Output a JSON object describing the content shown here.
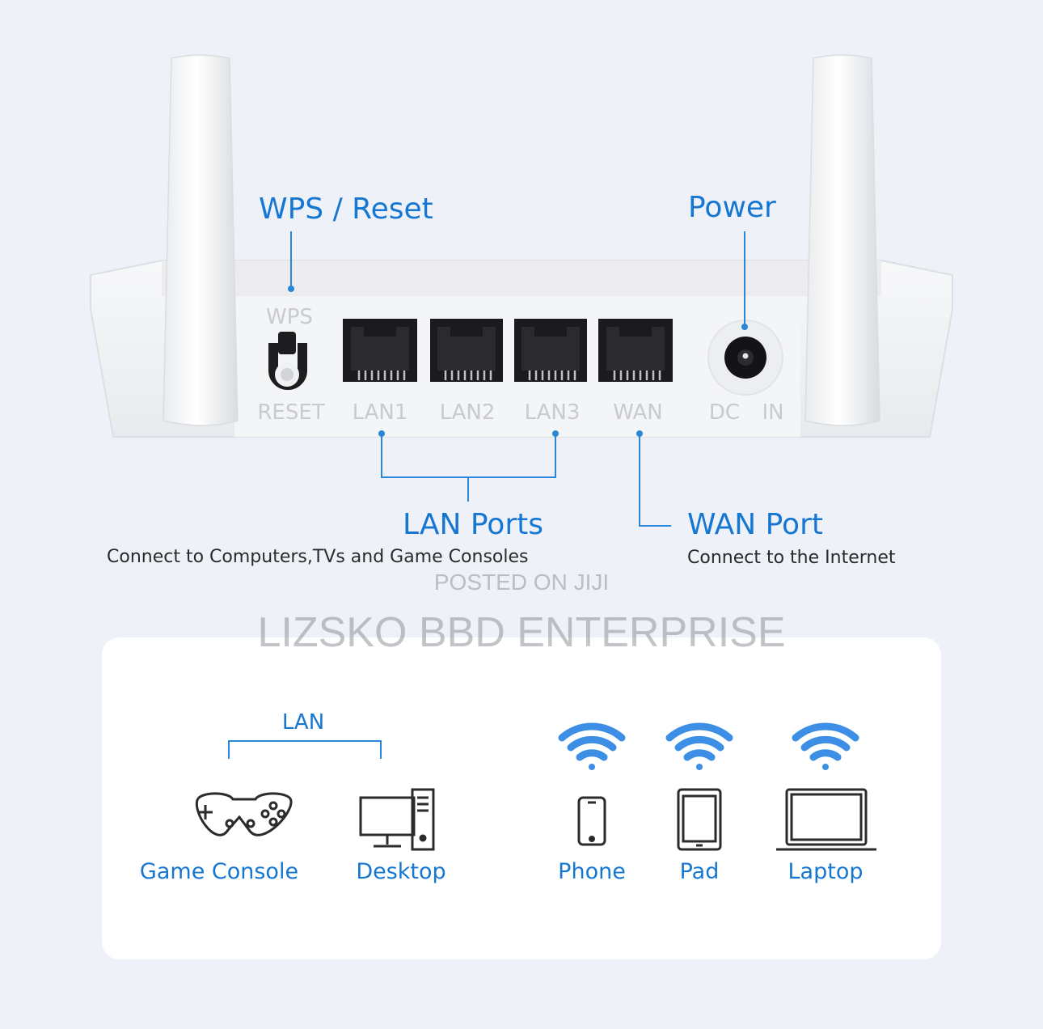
{
  "callouts": {
    "wps_reset": "WPS / Reset",
    "power": "Power",
    "lan_ports": "LAN Ports",
    "lan_desc": "Connect to Computers,TVs and Game Consoles",
    "wan_port": "WAN Port",
    "wan_desc": "Connect to the Internet"
  },
  "router_labels": {
    "wps": "WPS",
    "reset": "RESET",
    "lan1": "LAN1",
    "lan2": "LAN2",
    "lan3": "LAN3",
    "wan": "WAN",
    "dc": "DC",
    "in": "IN"
  },
  "watermarks": {
    "posted": "POSTED ON JIJI",
    "seller": "LIZSKO BBD ENTERPRISE"
  },
  "panel": {
    "lan_group_label": "LAN",
    "devices": [
      "Game Console",
      "Desktop",
      "Phone",
      "Pad",
      "Laptop"
    ]
  },
  "colors": {
    "accent": "#1677d2",
    "wifi": "#3d8fe6",
    "background": "#eef2f8"
  },
  "icons": [
    "gamepad-icon",
    "desktop-icon",
    "phone-icon",
    "tablet-icon",
    "laptop-icon",
    "wifi-icon"
  ]
}
